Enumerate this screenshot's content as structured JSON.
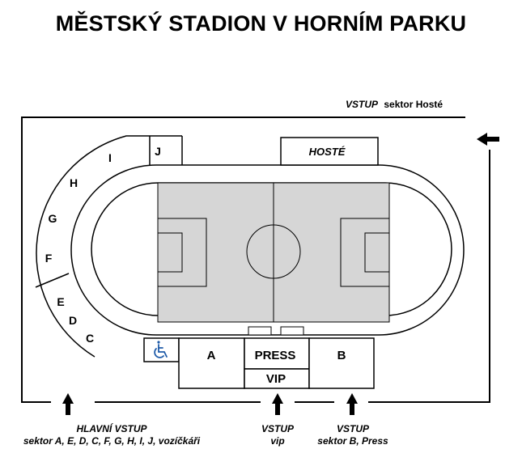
{
  "title": "MĚSTSKÝ STADION V HORNÍM PARKU",
  "guest_entrance": {
    "italic": "VSTUP",
    "rest": "sektor  Hosté"
  },
  "stands": {
    "host": "HOSTÉ",
    "a": "A",
    "press": "PRESS",
    "vip": "VIP",
    "b": "B"
  },
  "sectors": [
    "J",
    "I",
    "H",
    "G",
    "F",
    "E",
    "D",
    "C"
  ],
  "entrances": {
    "main": {
      "line1": "HLAVNÍ VSTUP",
      "line2": "sektor A, E, D, C, F, G, H, I, J, vozíčkáři"
    },
    "vip": {
      "line1": "VSTUP",
      "line2": "vip"
    },
    "press": {
      "line1": "VSTUP",
      "line2": "sektor B, Press"
    }
  },
  "colors": {
    "pitch": "#d6d6d6",
    "lines": "#000000",
    "wheelchair": "#1e5aa8"
  },
  "icons": [
    "arrow-left-icon",
    "arrow-up-icon",
    "wheelchair-icon"
  ]
}
